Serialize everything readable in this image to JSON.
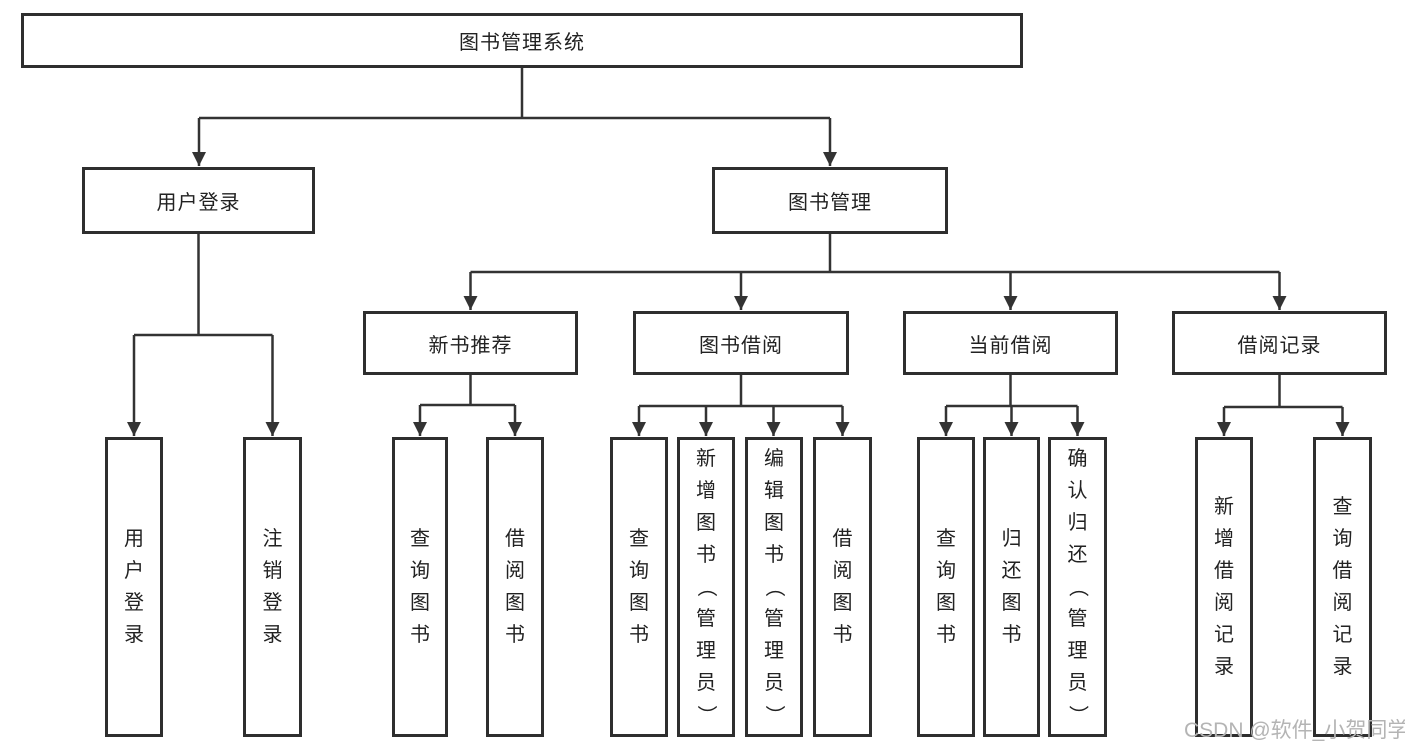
{
  "diagram_title": "图书管理系统",
  "colors": {
    "line": "#333333",
    "box_border": "#2e2e2e",
    "text": "#222222",
    "watermark": "#b4b4b4",
    "background": "#ffffff"
  },
  "nodes": {
    "root": {
      "label": "图书管理系统"
    },
    "user_login": {
      "label": "用户登录"
    },
    "book_management": {
      "label": "图书管理"
    },
    "new_book_recommendation": {
      "label": "新书推荐"
    },
    "book_borrowing": {
      "label": "图书借阅"
    },
    "current_borrowing": {
      "label": "当前借阅"
    },
    "borrowing_records": {
      "label": "借阅记录"
    },
    "leaf_user_login": {
      "label": "用户登录"
    },
    "leaf_logout": {
      "label": "注销登录"
    },
    "nb_query_books": {
      "label": "查询图书"
    },
    "nb_borrow_books": {
      "label": "借阅图书"
    },
    "bb_query_books": {
      "label": "查询图书"
    },
    "bb_add_books": {
      "label": "新增图书（管理员）"
    },
    "bb_edit_books": {
      "label": "编辑图书（管理员）"
    },
    "bb_borrow_books": {
      "label": "借阅图书"
    },
    "cb_query_books": {
      "label": "查询图书"
    },
    "cb_return_books": {
      "label": "归还图书"
    },
    "cb_confirm_return": {
      "label": "确认归还（管理员）"
    },
    "br_add_record": {
      "label": "新增借阅记录"
    },
    "br_query_record": {
      "label": "查询借阅记录"
    }
  },
  "watermark": {
    "text": "CSDN @软件_小贺同学"
  }
}
